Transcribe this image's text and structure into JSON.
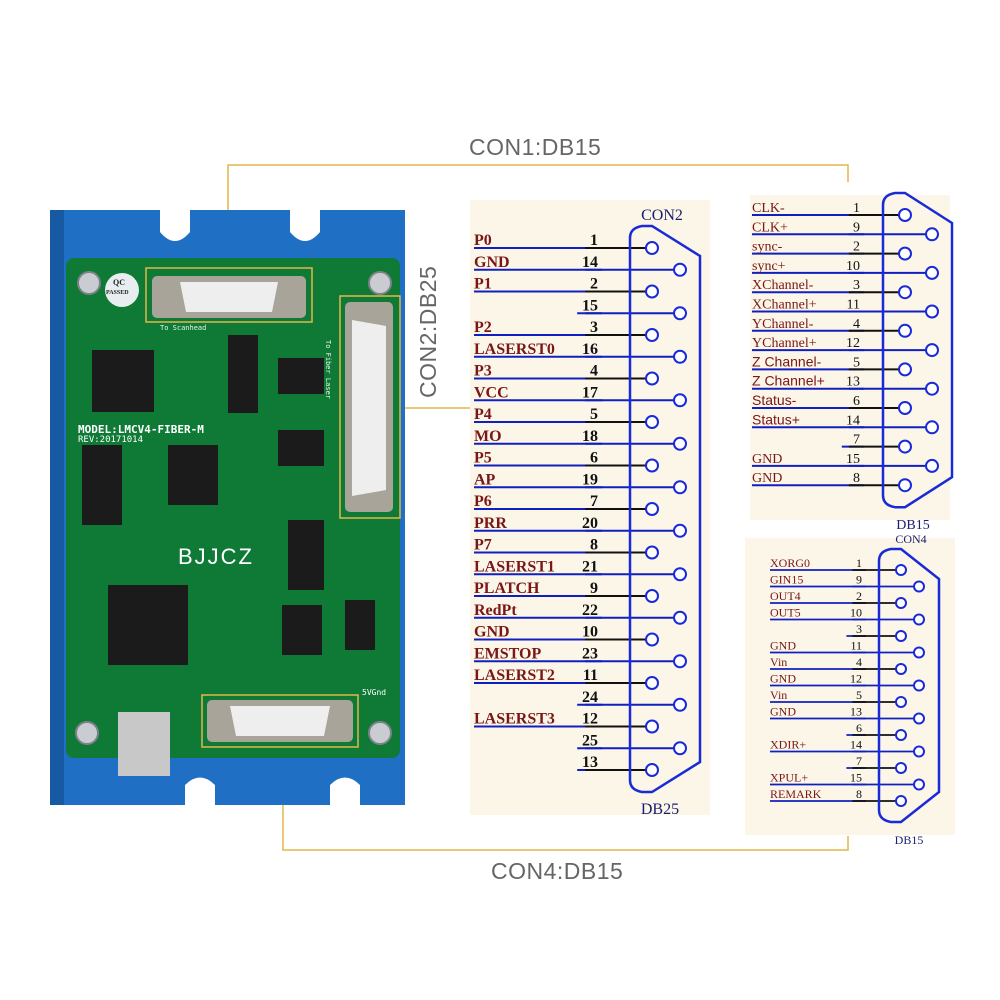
{
  "callouts": {
    "con1": "CON1:DB15",
    "con2": "CON2:DB25",
    "con4": "CON4:DB15"
  },
  "board": {
    "brand": "BJJCZ",
    "model": "MODEL:LMCV4-FIBER-M",
    "rev": "REV:20171014",
    "qc_line1": "QC",
    "qc_line2": "PASSED",
    "to_scanhead": "To Scanhead",
    "to_fiber_laser": "To Fiber Laser",
    "power_label": "5VGnd"
  },
  "colors": {
    "label": "#7a1616",
    "wire": "#1020c0",
    "connector": "#1a2ad6",
    "callout_line": "#e3b64a",
    "panel": "#fbf6e7",
    "housing": "#1f6fc4",
    "pcb": "#0f7a36"
  },
  "con2": {
    "title": "CON2",
    "type": "DB25",
    "pins": [
      {
        "label": "P0",
        "pin": "1"
      },
      {
        "label": "GND",
        "pin": "14"
      },
      {
        "label": "P1",
        "pin": "2"
      },
      {
        "label": "",
        "pin": "15"
      },
      {
        "label": "P2",
        "pin": "3"
      },
      {
        "label": "LASERST0",
        "pin": "16"
      },
      {
        "label": "P3",
        "pin": "4"
      },
      {
        "label": "VCC",
        "pin": "17"
      },
      {
        "label": "P4",
        "pin": "5"
      },
      {
        "label": "MO",
        "pin": "18"
      },
      {
        "label": "P5",
        "pin": "6"
      },
      {
        "label": "AP",
        "pin": "19"
      },
      {
        "label": "P6",
        "pin": "7"
      },
      {
        "label": "PRR",
        "pin": "20"
      },
      {
        "label": "P7",
        "pin": "8"
      },
      {
        "label": "LASERST1",
        "pin": "21"
      },
      {
        "label": "PLATCH",
        "pin": "9"
      },
      {
        "label": "RedPt",
        "pin": "22"
      },
      {
        "label": "GND",
        "pin": "10"
      },
      {
        "label": "EMSTOP",
        "pin": "23"
      },
      {
        "label": "LASERST2",
        "pin": "11"
      },
      {
        "label": "",
        "pin": "24"
      },
      {
        "label": "LASERST3",
        "pin": "12"
      },
      {
        "label": "",
        "pin": "25"
      },
      {
        "label": "",
        "pin": "13"
      }
    ]
  },
  "con1": {
    "type": "DB15",
    "pins": [
      {
        "label": "CLK-",
        "pin": "1"
      },
      {
        "label": "CLK+",
        "pin": "9"
      },
      {
        "label": "sync-",
        "pin": "2"
      },
      {
        "label": "sync+",
        "pin": "10"
      },
      {
        "label": "XChannel-",
        "pin": "3"
      },
      {
        "label": "XChannel+",
        "pin": "11"
      },
      {
        "label": "YChannel-",
        "pin": "4"
      },
      {
        "label": "YChannel+",
        "pin": "12"
      },
      {
        "label": "Z Channel-",
        "pin": "5"
      },
      {
        "label": "Z Channel+",
        "pin": "13"
      },
      {
        "label": "Status-",
        "pin": "6"
      },
      {
        "label": "Status+",
        "pin": "14"
      },
      {
        "label": "",
        "pin": "7"
      },
      {
        "label": "GND",
        "pin": "15"
      },
      {
        "label": "GND",
        "pin": "8"
      }
    ]
  },
  "con4": {
    "title": "CON4",
    "type": "DB15",
    "pins": [
      {
        "label": "XORG0",
        "pin": "1"
      },
      {
        "label": "GIN15",
        "pin": "9"
      },
      {
        "label": "OUT4",
        "pin": "2"
      },
      {
        "label": "OUT5",
        "pin": "10"
      },
      {
        "label": "",
        "pin": "3"
      },
      {
        "label": "GND",
        "pin": "11"
      },
      {
        "label": "Vin",
        "pin": "4"
      },
      {
        "label": "GND",
        "pin": "12"
      },
      {
        "label": "Vin",
        "pin": "5"
      },
      {
        "label": "GND",
        "pin": "13"
      },
      {
        "label": "",
        "pin": "6"
      },
      {
        "label": "XDIR+",
        "pin": "14"
      },
      {
        "label": "",
        "pin": "7"
      },
      {
        "label": "XPUL+",
        "pin": "15"
      },
      {
        "label": "REMARK",
        "pin": "8"
      }
    ]
  }
}
